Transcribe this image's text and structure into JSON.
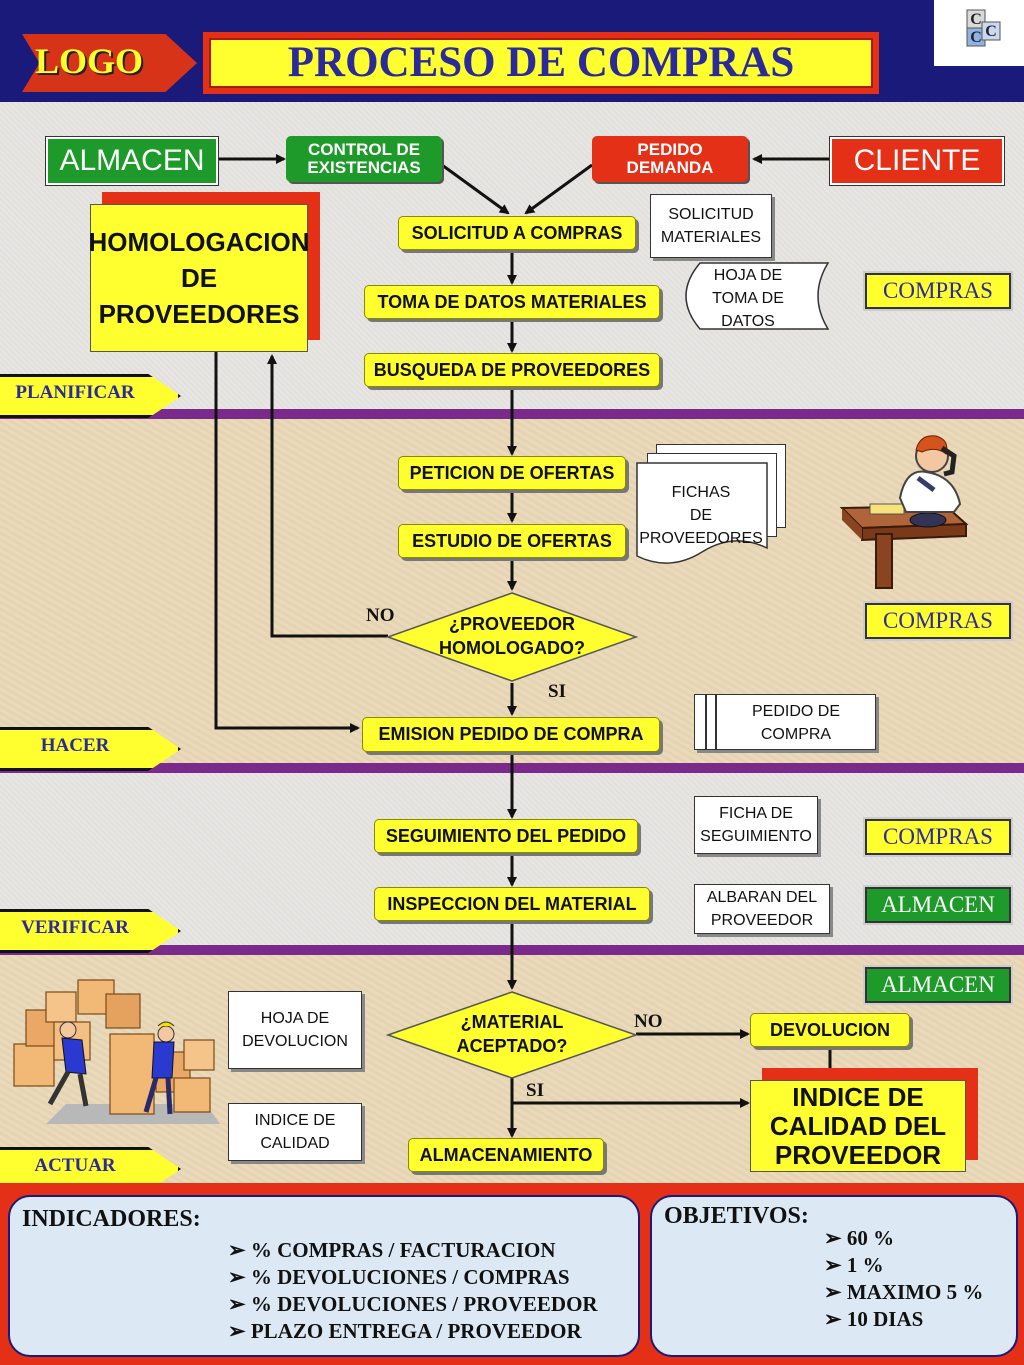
{
  "header": {
    "logo": "LOGO",
    "title": "PROCESO DE COMPRAS",
    "corner_logo": "C"
  },
  "top_row": {
    "almacen": "ALMACEN",
    "control": [
      "CONTROL DE",
      "EXISTENCIAS"
    ],
    "pedido": [
      "PEDIDO",
      "DEMANDA"
    ],
    "cliente": "CLIENTE"
  },
  "homologacion": [
    "HOMOLOGACION",
    "DE",
    "PROVEEDORES"
  ],
  "steps": {
    "solicitud": "SOLICITUD A COMPRAS",
    "toma": "TOMA DE DATOS MATERIALES",
    "busqueda": "BUSQUEDA DE PROVEEDORES",
    "peticion": "PETICION DE OFERTAS",
    "estudio": "ESTUDIO DE OFERTAS",
    "emision": "EMISION PEDIDO DE COMPRA",
    "seguimiento": "SEGUIMIENTO DEL PEDIDO",
    "inspeccion": "INSPECCION DEL MATERIAL",
    "almacenamiento": "ALMACENAMIENTO",
    "devolucion": "DEVOLUCION"
  },
  "decisions": {
    "proveedor": [
      "¿PROVEEDOR",
      "HOMOLOGADO?"
    ],
    "material": [
      "¿MATERIAL",
      "ACEPTADO?"
    ],
    "no": "NO",
    "si": "SI"
  },
  "indice": [
    "INDICE DE",
    "CALIDAD DEL",
    "PROVEEDOR"
  ],
  "documents": {
    "solicitud_materiales": [
      "SOLICITUD",
      "MATERIALES"
    ],
    "hoja_toma": [
      "HOJA DE",
      "TOMA DE",
      "DATOS"
    ],
    "fichas": [
      "FICHAS",
      "DE",
      "PROVEEDORES"
    ],
    "pedido_compra": [
      "PEDIDO DE",
      "COMPRA"
    ],
    "ficha_seguimiento": [
      "FICHA DE",
      "SEGUIMIENTO"
    ],
    "albaran": [
      "ALBARAN DEL",
      "PROVEEDOR"
    ],
    "hoja_devolucion": [
      "HOJA DE",
      "DEVOLUCION"
    ],
    "indice_calidad": [
      "INDICE DE",
      "CALIDAD"
    ]
  },
  "departments": {
    "compras": "COMPRAS",
    "almacen": "ALMACEN"
  },
  "phases": {
    "planificar": "PLANIFICAR",
    "hacer": "HACER",
    "verificar": "VERIFICAR",
    "actuar": "ACTUAR"
  },
  "indicadores": {
    "title": "INDICADORES:",
    "items": [
      "% COMPRAS / FACTURACION",
      "% DEVOLUCIONES / COMPRAS",
      "% DEVOLUCIONES / PROVEEDOR",
      "PLAZO ENTREGA / PROVEEDOR"
    ]
  },
  "objetivos": {
    "title": "OBJETIVOS:",
    "items": [
      "60 %",
      "1 %",
      "MAXIMO 5 %",
      "10 DIAS"
    ]
  },
  "colors": {
    "yellow": "#ffff30",
    "green": "#1e9a2a",
    "red": "#e53018",
    "navy": "#1a1a7a",
    "purple": "#7a2a8a"
  }
}
